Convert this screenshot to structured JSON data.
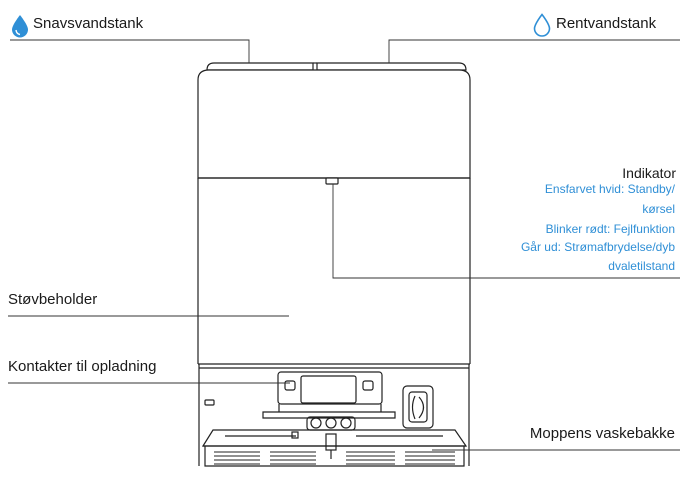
{
  "labels": {
    "dirty_tank": "Snavsvandstank",
    "clean_tank": "Rentvandstank",
    "indicator": "Indikator",
    "dust_container": "Støvbeholder",
    "charging_contacts": "Kontakter til opladning",
    "mop_tray": "Moppens vaskebakke"
  },
  "indicator_states": [
    "Ensfarvet hvid: Standby/",
    "kørsel",
    "Blinker rødt: Fejlfunktion",
    "Går ud: Strømafbrydelse/dyb",
    "dvaletilstand"
  ],
  "icons": {
    "dirty_tank": "water-drop-filled-icon",
    "clean_tank": "water-drop-outline-icon"
  },
  "colors": {
    "accent_blue": "#2f8fd6",
    "line": "#222222",
    "text": "#1a1a1a"
  }
}
